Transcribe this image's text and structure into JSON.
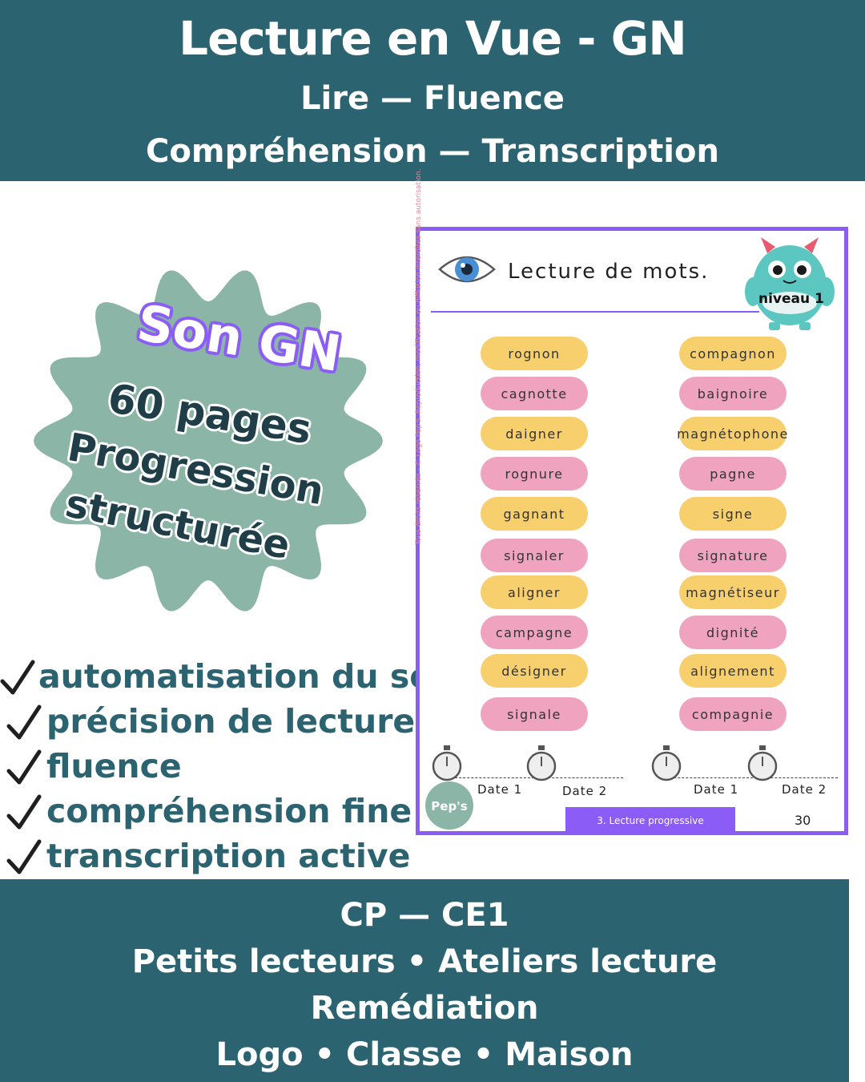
{
  "header": {
    "title": "Lecture en Vue - GN",
    "line2": "Lire — Fluence",
    "line3": "Compréhension — Transcription"
  },
  "badge": {
    "sound": "Son GN",
    "pages": "60 pages",
    "line2": "Progression",
    "line3": "structurée"
  },
  "checklist": [
    "automatisation du son",
    "précision de lecture",
    "fluence",
    "compréhension fine",
    "transcription active"
  ],
  "preview": {
    "title": "Lecture de mots.",
    "level": "niveau 1",
    "copyright": "Tous droits réservés - © Logo Pep's. Reproduction, modification ou diffusion interdites sans autorisation.",
    "words_left": [
      "rognon",
      "cagnotte",
      "daigner",
      "rognure",
      "gagnant",
      "signaler",
      "aligner",
      "campagne",
      "désigner",
      "signale"
    ],
    "words_right": [
      "compagnon",
      "baignoire",
      "magnétophone",
      "pagne",
      "signe",
      "signature",
      "magnétiseur",
      "dignité",
      "alignement",
      "compagnie"
    ],
    "dates": [
      "Date 1",
      "Date 2",
      "Date 1",
      "Date 2"
    ],
    "logo": "Pep's",
    "footer_label": "3. Lecture progressive",
    "page_number": "30"
  },
  "footer": {
    "line1": "CP — CE1",
    "line2": "Petits lecteurs • Ateliers lecture",
    "line3": "Remédiation",
    "line4": "Logo • Classe • Maison"
  },
  "colors": {
    "teal": "#2b6470",
    "sage": "#8bb5a6",
    "purple": "#8b5cf6",
    "yellow": "#f7cf6c",
    "pink": "#f0a3bf"
  }
}
